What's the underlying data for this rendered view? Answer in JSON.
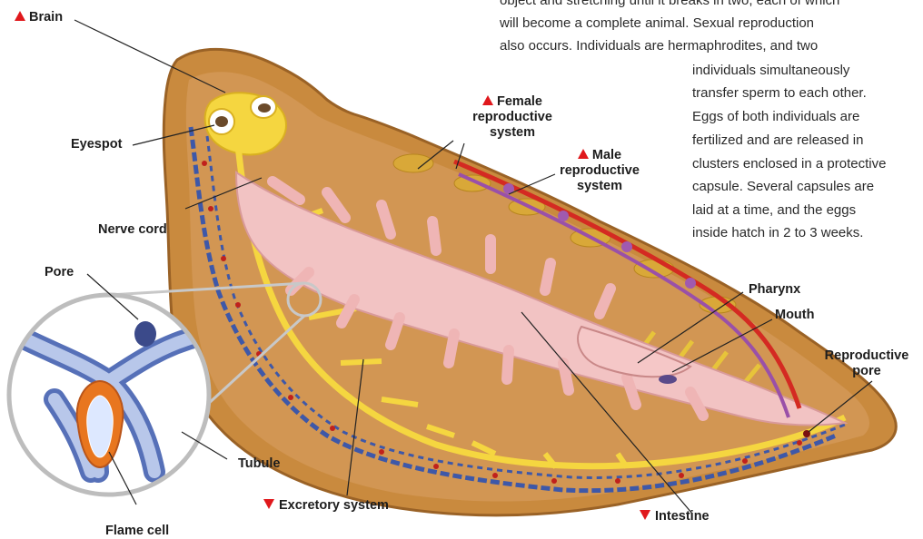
{
  "paragraph": {
    "line1": "object and stretching until it breaks in two, each of which",
    "line2": "will become a complete animal. Sexual reproduction",
    "line3": "also occurs. Individuals are hermaphrodites, and two",
    "line4": "individuals simultaneously",
    "line5": "transfer sperm to each other.",
    "line6": "Eggs of both individuals are",
    "line7": "fertilized and are released in",
    "line8": "clusters enclosed in a protective",
    "line9": "capsule. Several capsules are",
    "line10": "laid at a time, and the eggs",
    "line11": "inside hatch in 2 to 3 weeks."
  },
  "labels": {
    "brain": "Brain",
    "eyespot": "Eyespot",
    "nerve_cord": "Nerve cord",
    "pore": "Pore",
    "tubule": "Tubule",
    "flame_cell": "Flame cell",
    "excretory_system": "Excretory system",
    "intestine": "Intestine",
    "female_line1": "Female",
    "female_line2": "reproductive",
    "female_line3": "system",
    "male_line1": "Male",
    "male_line2": "reproductive",
    "male_line3": "system",
    "pharynx": "Pharynx",
    "mouth": "Mouth",
    "repro_pore_line1": "Reproductive",
    "repro_pore_line2": "pore"
  },
  "colors": {
    "body": "#c98a3e",
    "body_edge": "#9a6226",
    "intestine": "#f2c3c3",
    "nerve": "#f5d640",
    "excretory": "#3e58a8",
    "female": "#d9a838",
    "male": "#d42a22",
    "oviduct": "#9a50a8",
    "marker": "#e0181c"
  }
}
